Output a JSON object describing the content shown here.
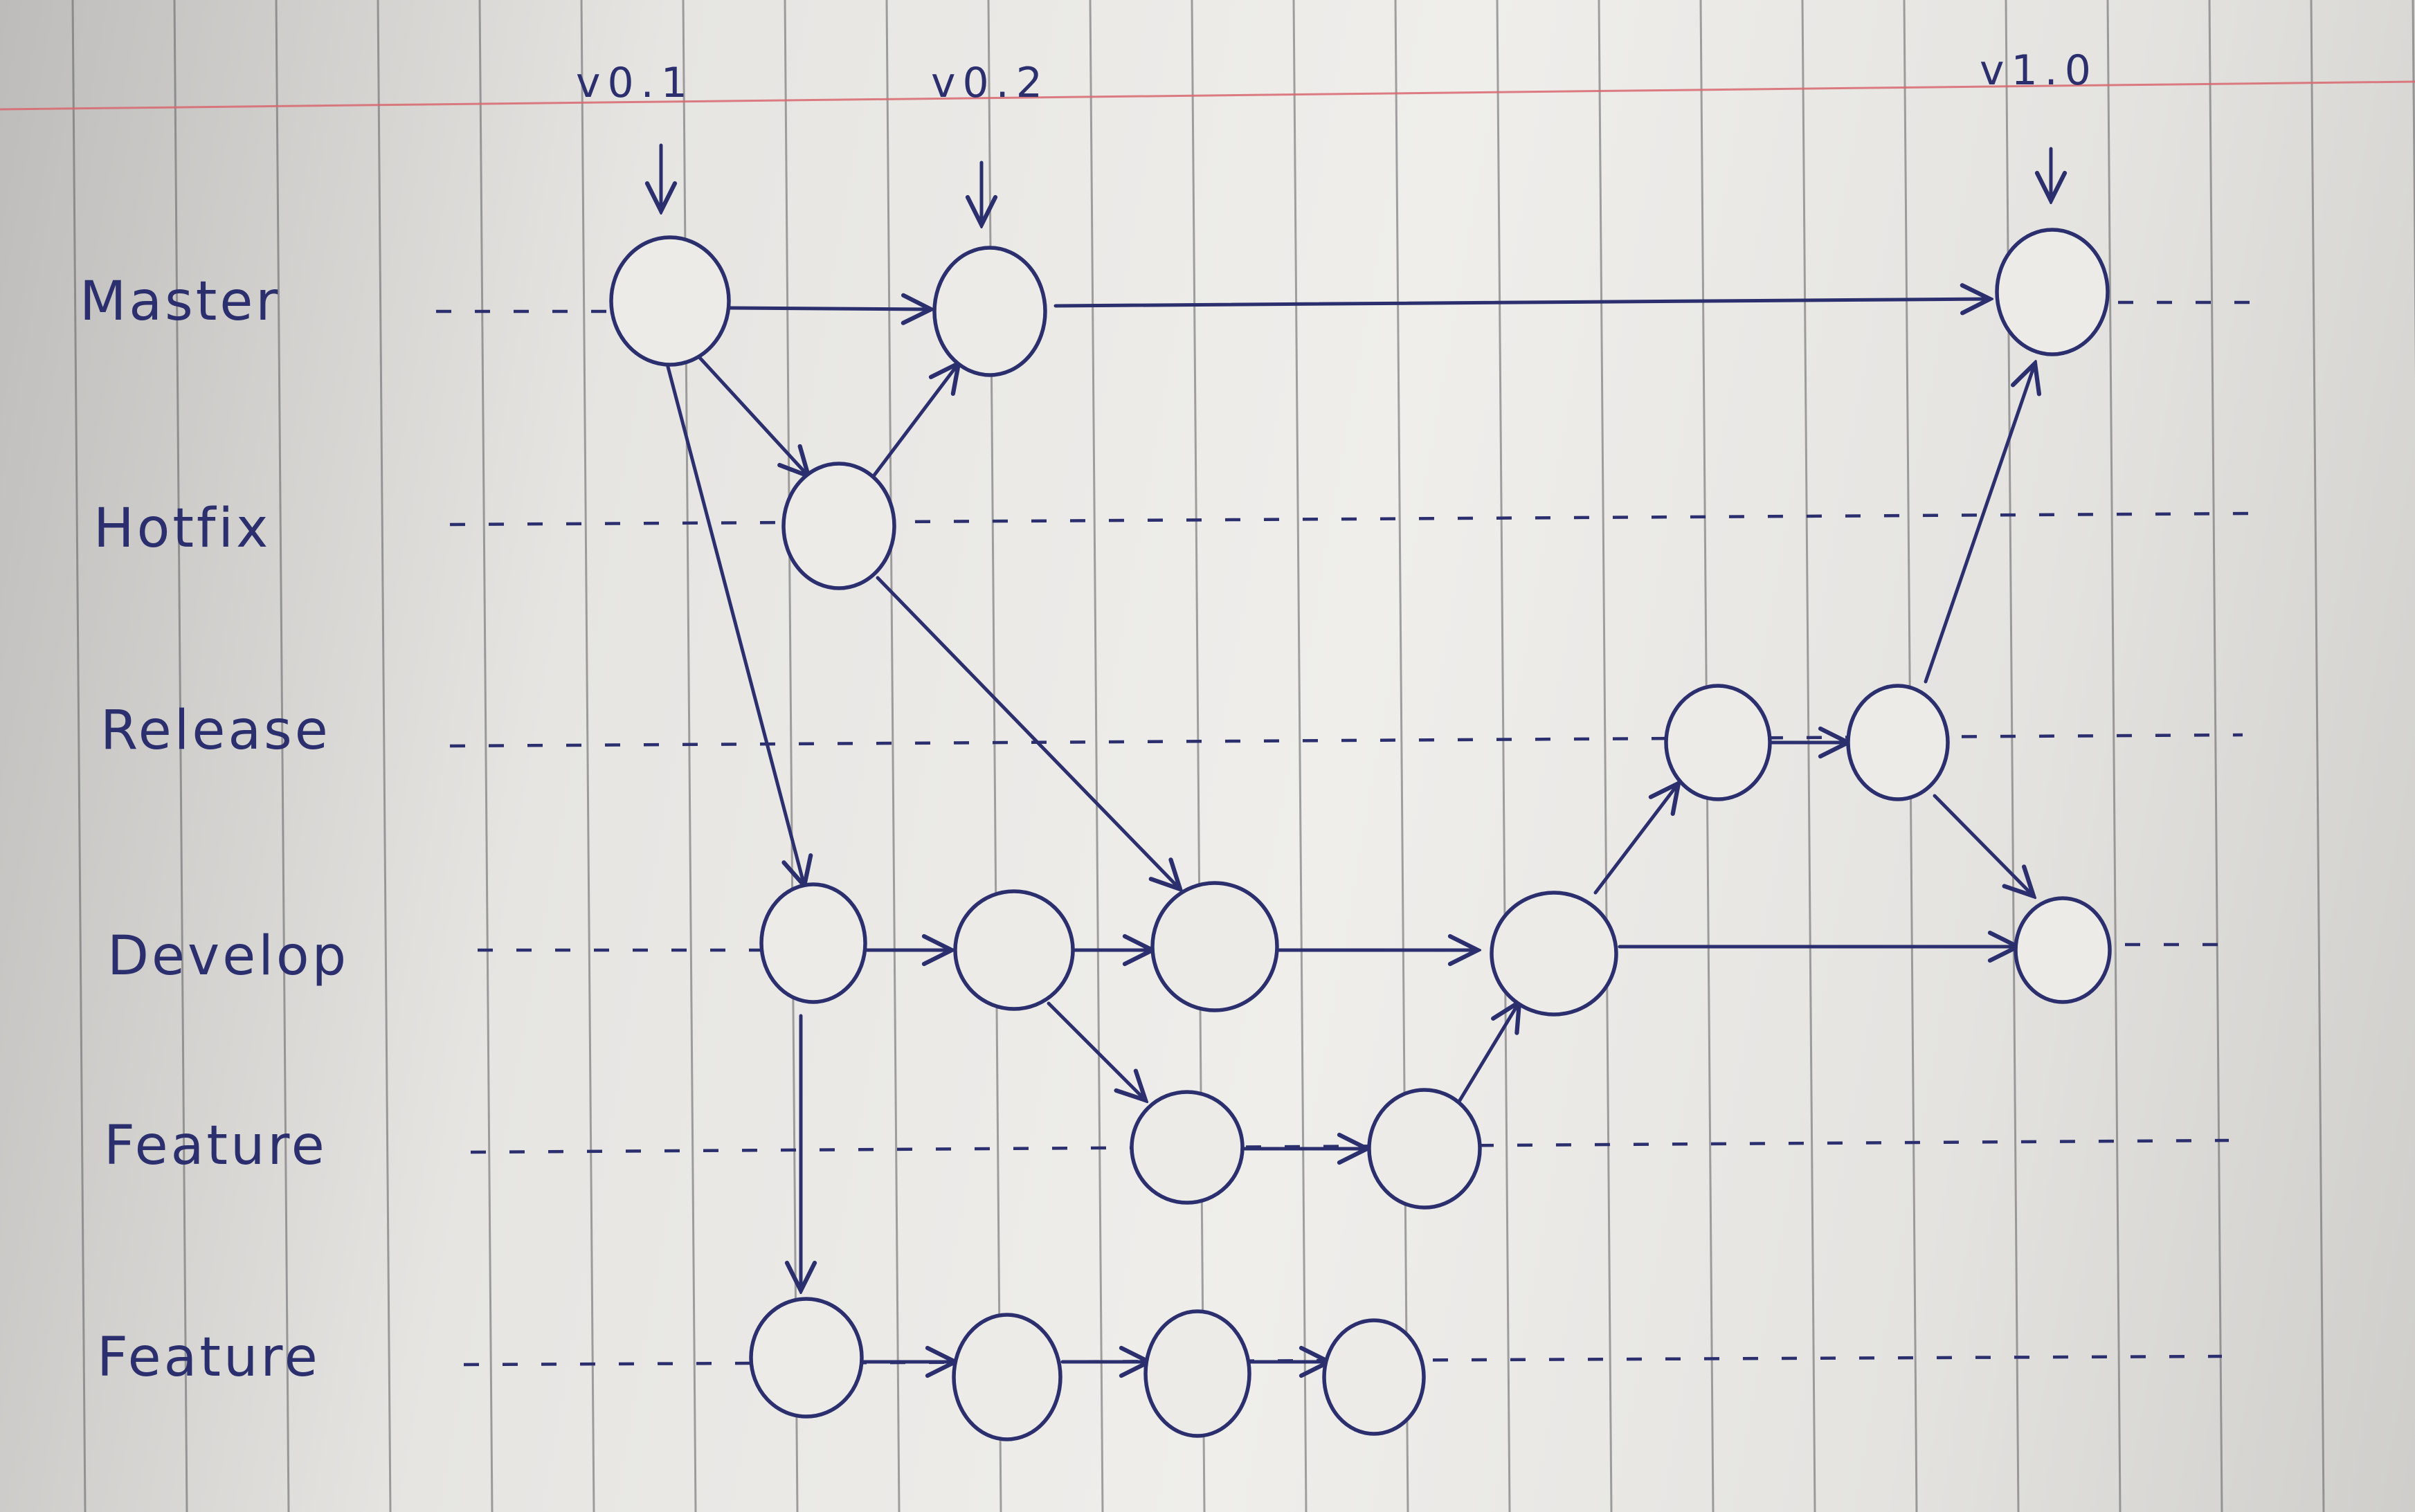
{
  "diagram": {
    "lanes": [
      "Master",
      "Hotfix",
      "Release",
      "Develop",
      "Feature",
      "Feature"
    ],
    "tags": [
      "v0.1",
      "v0.2",
      "v1.0"
    ],
    "ink_color": "#2c2f6e",
    "paper_rule_color": "#5f5f63",
    "margin_line_color": "#d9686f"
  }
}
